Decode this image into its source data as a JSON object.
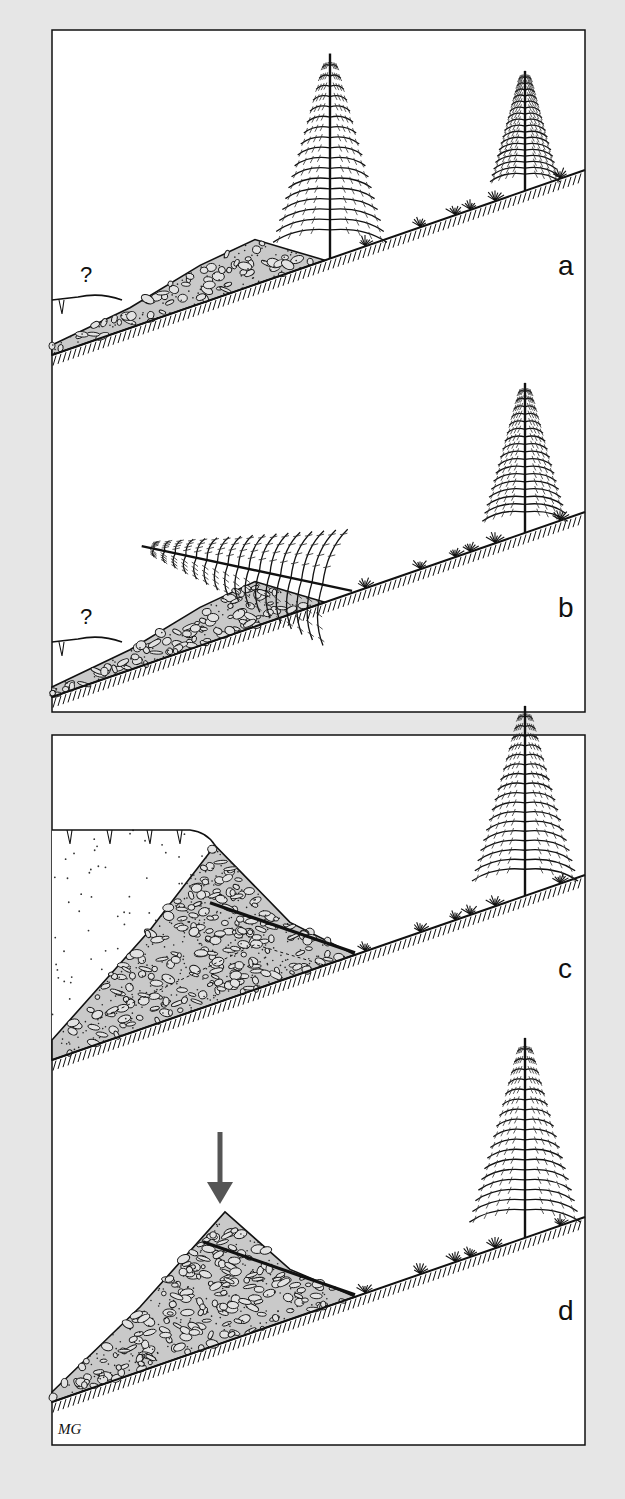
{
  "diagram": {
    "labels": [
      "?",
      "a",
      "?",
      "b",
      "c",
      "d",
      "MG"
    ]
  }
}
